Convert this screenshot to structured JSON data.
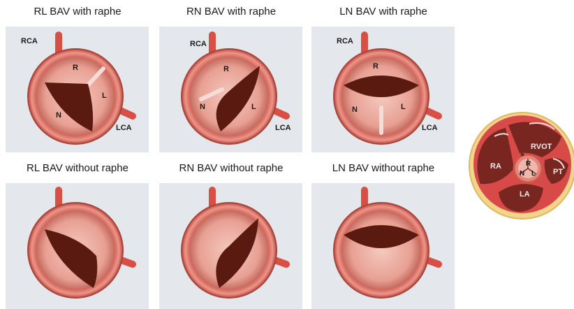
{
  "panels": [
    {
      "title": "RL BAV with raphe",
      "labels": {
        "rca": "RCA",
        "lca": "LCA",
        "r": "R",
        "l": "L",
        "n": "N"
      }
    },
    {
      "title": "RN BAV with raphe",
      "labels": {
        "rca": "RCA",
        "lca": "LCA",
        "r": "R",
        "l": "L",
        "n": "N"
      }
    },
    {
      "title": "LN BAV with raphe",
      "labels": {
        "rca": "RCA",
        "lca": "LCA",
        "r": "R",
        "l": "L",
        "n": "N"
      }
    },
    {
      "title": "RL BAV without raphe"
    },
    {
      "title": "RN BAV without raphe"
    },
    {
      "title": "LN BAV without raphe"
    }
  ],
  "reference": {
    "rvot": "RVOT",
    "ra": "RA",
    "pt": "PT",
    "la": "LA",
    "r": "R",
    "n": "N",
    "l": "L"
  },
  "colors": {
    "panel_bg": "#e4e8ec",
    "valve_ring": "#e07a70",
    "leaflet": "#e6a89c",
    "orifice": "#5a1a10",
    "artery": "#d85045"
  }
}
